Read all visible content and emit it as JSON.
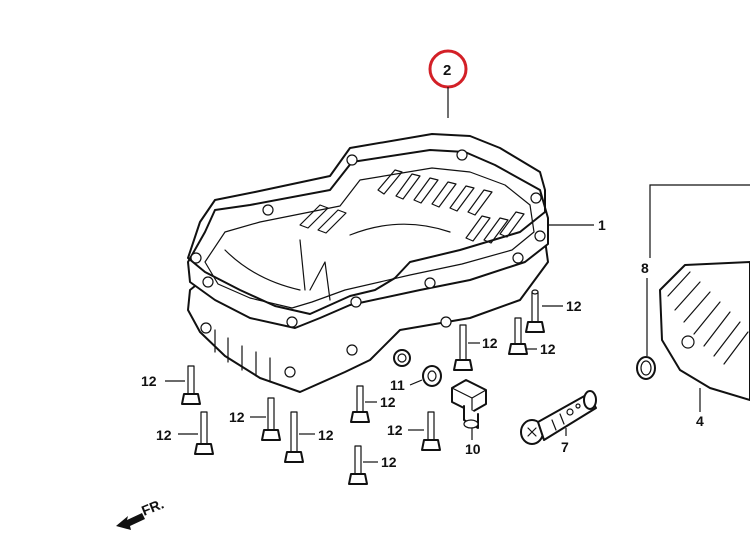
{
  "diagram": {
    "callouts": {
      "gasket": "2",
      "oil_pan": "1",
      "oil_screen": "4",
      "o_ring": "8",
      "drain_bolt": "10",
      "washer": "11",
      "pan_bolt": "12",
      "union_bolt": "7"
    },
    "direction_label": "FR.",
    "highlight_color": "#d32027",
    "line_color": "#111111"
  }
}
